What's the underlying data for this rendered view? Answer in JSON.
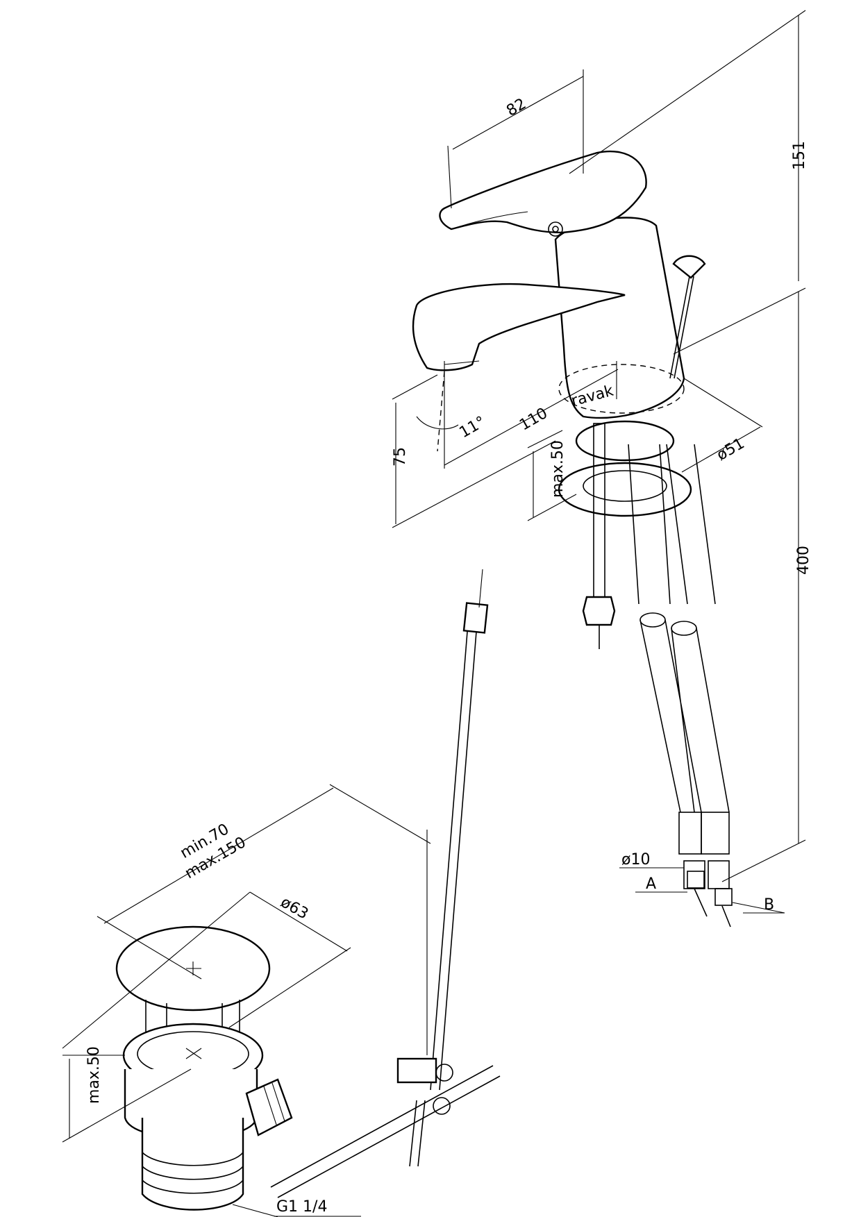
{
  "dimensions": {
    "handle_length": "82",
    "total_height": "151",
    "spout_reach": "110",
    "spout_height": "75",
    "spout_angle": "11°",
    "base_diameter": "ø51",
    "deck_thickness": "max.50",
    "hose_length": "400",
    "hose_diameter": "ø10",
    "rod_distance_min": "min.70",
    "rod_distance_max": "max.150",
    "plug_diameter": "ø63",
    "waste_deck_thickness": "max.50",
    "waste_thread": "G1  1/4"
  },
  "labels": {
    "hose_a": "A",
    "hose_b": "B"
  },
  "colors": {
    "line": "#000000",
    "background": "#ffffff"
  }
}
